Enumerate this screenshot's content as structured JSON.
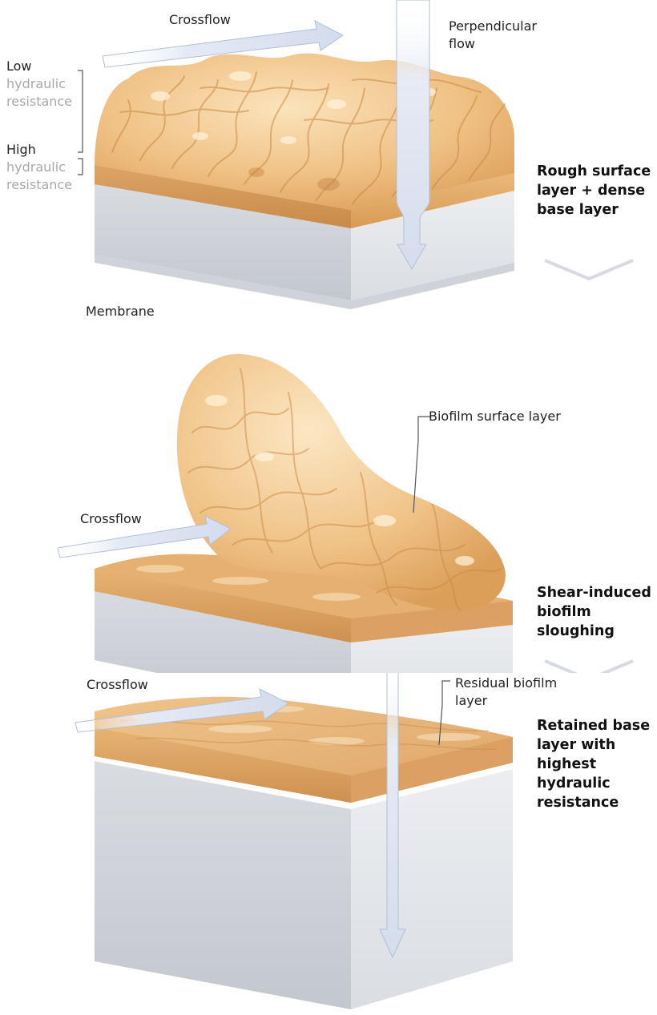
{
  "panels": [
    {
      "crossflow_label": "Crossflow",
      "perpendicular_label": "Perpendicular flow",
      "low_label": "Low",
      "low_resistance_label": "hydraulic resistance",
      "high_label": "High",
      "high_resistance_label": "hydraulic resistance",
      "membrane_label": "Membrane",
      "caption": "Rough surface layer + dense base layer"
    },
    {
      "crossflow_label": "Crossflow",
      "callout_label": "Biofilm surface layer",
      "caption": "Shear-induced biofilm sloughing"
    },
    {
      "crossflow_label": "Crossflow",
      "callout_label": "Residual biofilm layer",
      "caption": "Retained base layer with highest hydraulic resistance"
    }
  ],
  "colors": {
    "biofilm": "#e8b46e",
    "biofilm_light": "#f6d4a0",
    "membrane": "#eef0f3",
    "arrow_fill": "#dfe6f3",
    "arrow_stroke": "#aab6cf"
  }
}
